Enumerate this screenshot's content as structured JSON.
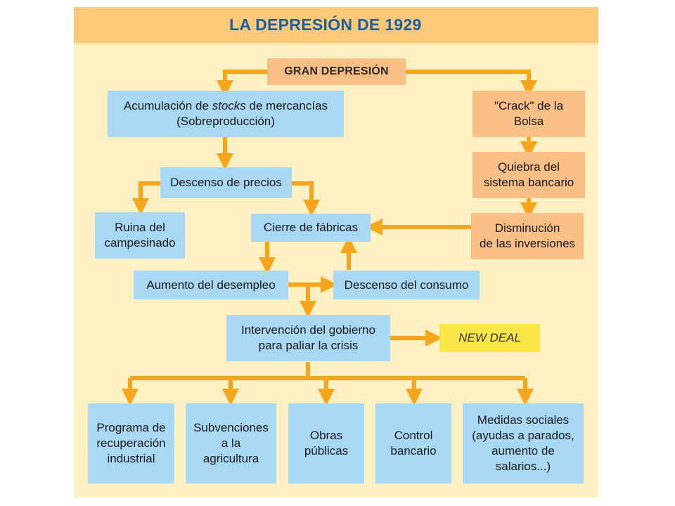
{
  "header": {
    "title": "LA DEPRESIÓN DE 1929"
  },
  "nodes": {
    "gran_depresion": "GRAN DEPRESIÓN",
    "acumulacion": {
      "before": "Acumulación de ",
      "em": "stocks",
      "after": " de mercancías",
      "line2": "(Sobreproducción)"
    },
    "crack": "\"Crack\" de la\nBolsa",
    "descenso_precios": "Descenso de precios",
    "quiebra": "Quiebra del\nsistema bancario",
    "ruina": "Ruina del\ncampesinado",
    "cierre": "Cierre de fábricas",
    "disminucion": "Disminución\nde las inversiones",
    "aumento_desempleo": "Aumento del desempleo",
    "descenso_consumo": "Descenso del consumo",
    "intervencion": "Intervención del gobierno\npara paliar la crisis",
    "new_deal": "NEW DEAL",
    "programa": "Programa de\nrecuperación\nindustrial",
    "subvenciones": "Subvenciones\na la\nagricultura",
    "obras": "Obras\npúblicas",
    "control": "Control\nbancario",
    "medidas": "Medidas sociales\n(ayudas a parados,\naumento de\nsalarios...)"
  },
  "colors": {
    "blue_box": "#a9d8f5",
    "orange_box": "#f9bf85",
    "yellow_box": "#fbe64a",
    "arrow": "#f6a51d",
    "title": "#1d5f9e"
  }
}
